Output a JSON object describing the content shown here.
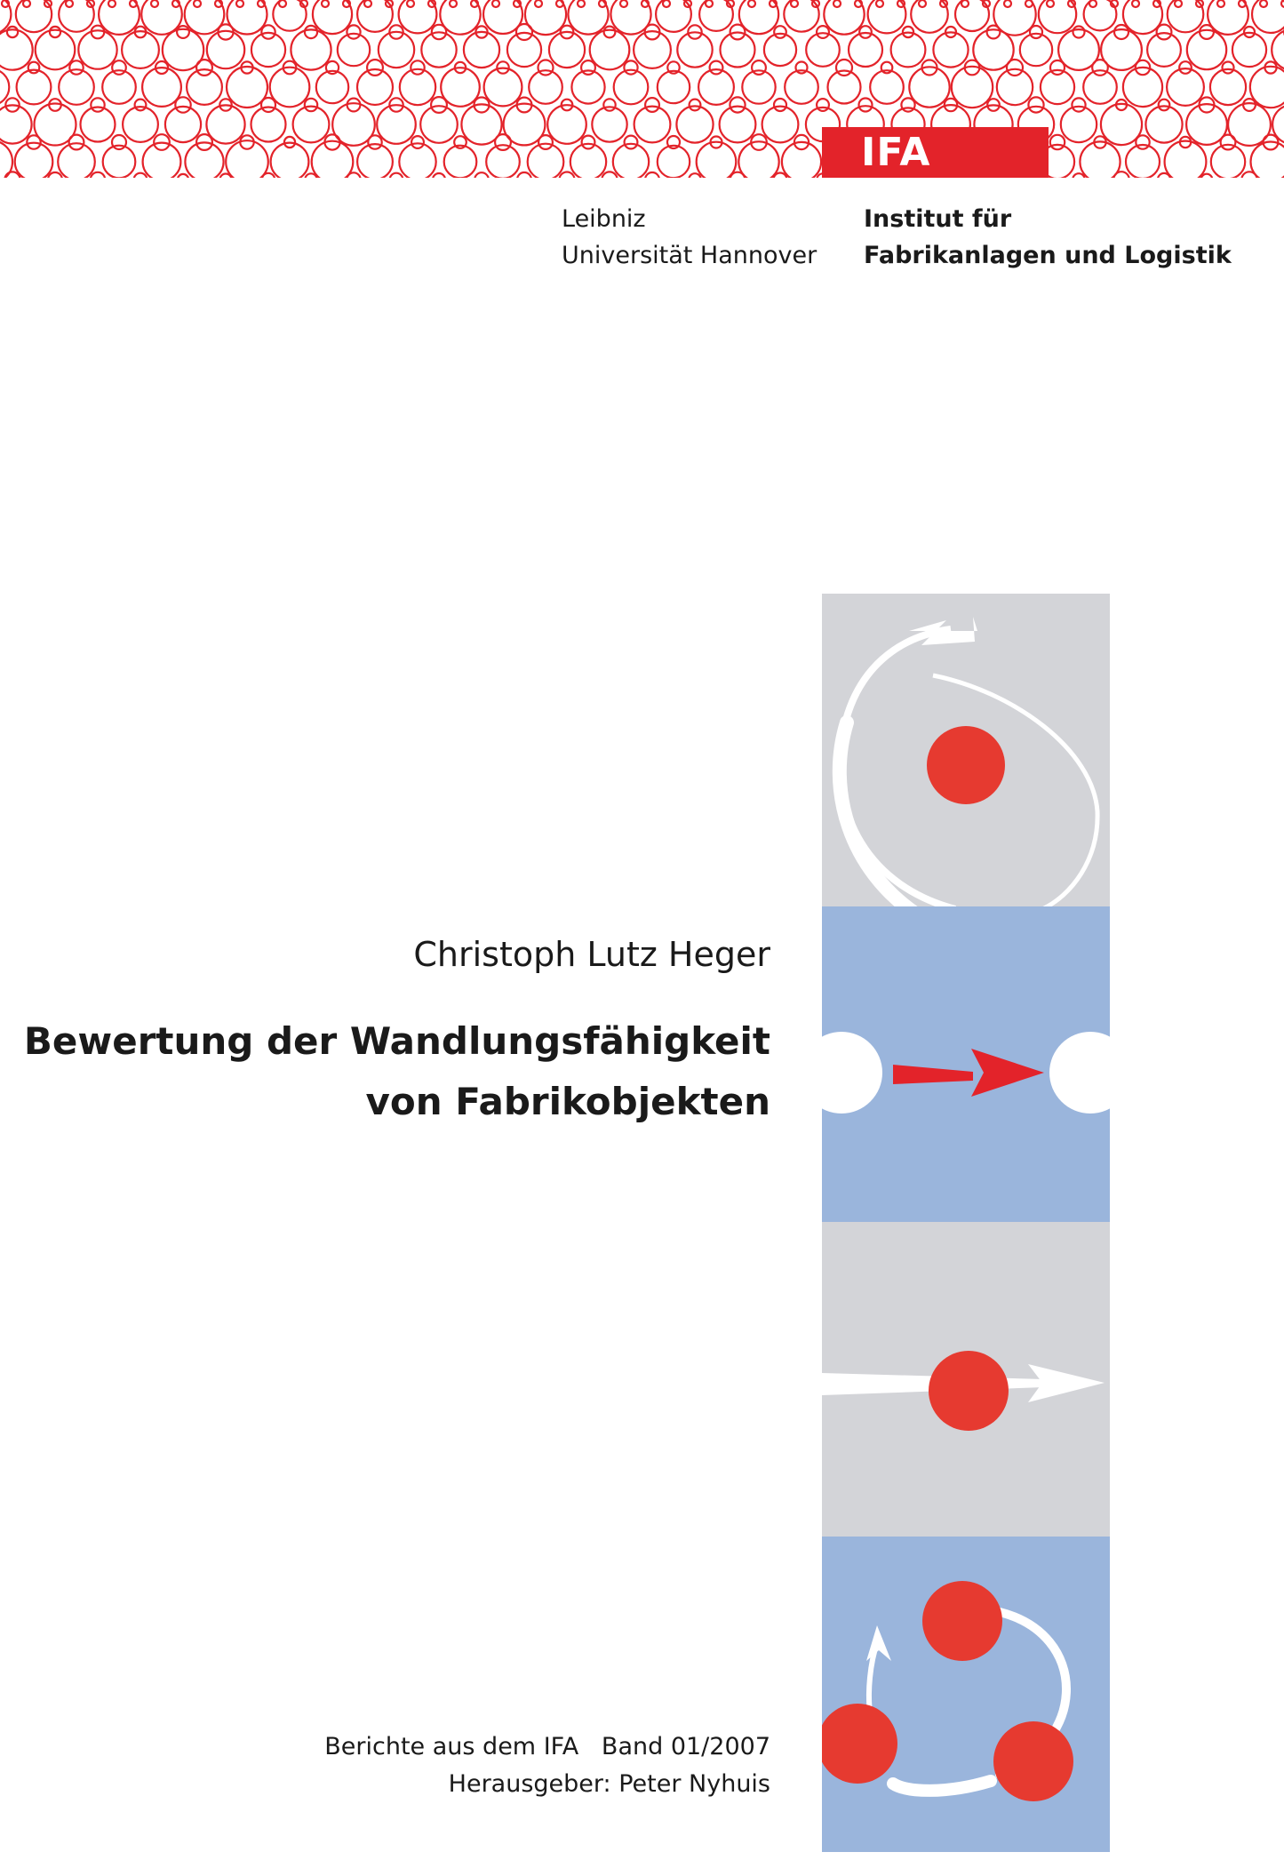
{
  "header": {
    "badge_text": "IFA",
    "university_lines": [
      "Leibniz",
      "Universität Hannover"
    ],
    "institute_lines": [
      "Institut für",
      "Fabrikanlagen und Logistik"
    ],
    "accent_color": "#e3232a"
  },
  "book": {
    "author": "Christoph Lutz Heger",
    "title_lines": [
      "Bewertung der Wandlungsfähigkeit",
      "von Fabrikobjekten"
    ],
    "series_lines": [
      "Berichte aus dem IFA   Band 01/2007",
      "Herausgeber: Peter Nyhuis"
    ]
  },
  "illustration": {
    "panel_colors": [
      "#d3d4d8",
      "#9ab5dc",
      "#d3d4d8",
      "#9ab5dc"
    ],
    "dot_color": "#e63a30"
  }
}
